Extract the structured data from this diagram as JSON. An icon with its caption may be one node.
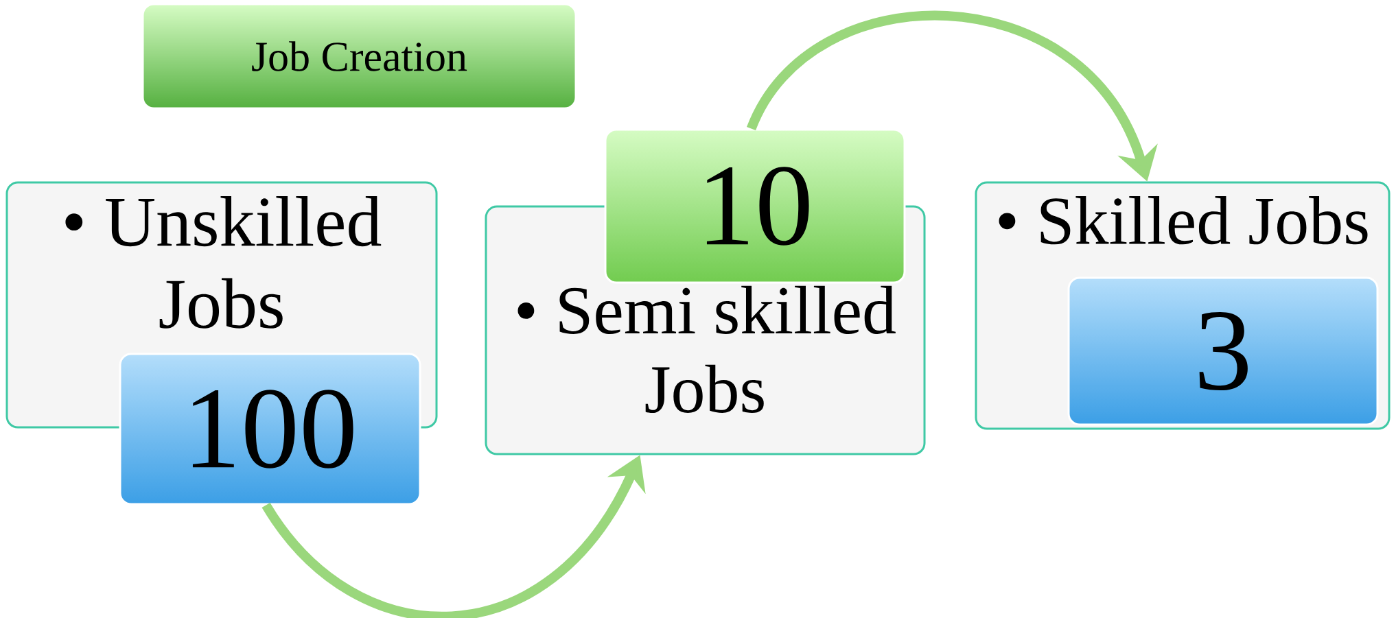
{
  "diagram": {
    "nodes": [
      {
        "text": [
          "Job Creation"
        ]
      },
      {
        "text": [
          "• Unskilled Jobs"
        ]
      },
      {
        "text": [
          "100"
        ]
      },
      {
        "text": [
          "• Semi skilled Jobs"
        ]
      },
      {
        "text": [
          "10"
        ]
      },
      {
        "text": [
          "• Skilled Jobs"
        ]
      },
      {
        "text": [
          "3"
        ],
        "in": 5
      }
    ],
    "edges": [
      {
        "from": 2,
        "to": 3,
        "arrow": "to"
      },
      {
        "from": 4,
        "to": 5,
        "arrow": "to"
      }
    ]
  }
}
